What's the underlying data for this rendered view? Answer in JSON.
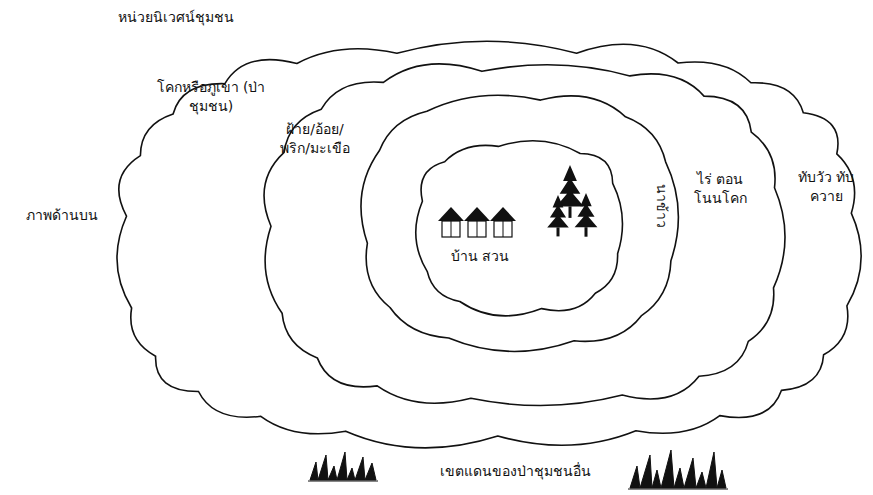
{
  "diagram": {
    "nodes": [
      {
        "text": [
          "โคกหรือภูเขา (ป่าชุมชน)",
          "ทับวัว ทับควาย"
        ]
      },
      {
        "text": [
          "ฝ้าย/อ้อย/พริก/มะเขือ",
          "ไร่ ตอน โนนโคก"
        ],
        "in": 0
      },
      {
        "text": [
          "นาข้าว"
        ],
        "in": 1
      },
      {
        "text": [
          "บ้าน สวน"
        ],
        "in": 2
      }
    ],
    "labels": [
      "หน่วยนิเวศน์ชุมชน",
      "ภาพด้านบน",
      "เขตแดนของป่าชุมชนอื่น"
    ]
  }
}
